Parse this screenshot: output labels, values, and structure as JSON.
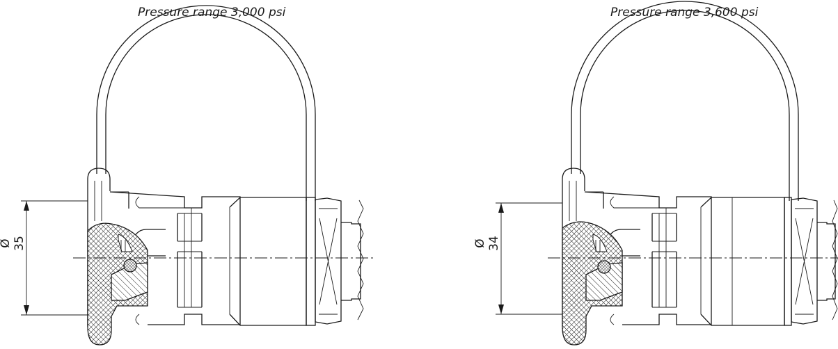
{
  "panels": [
    {
      "title": "Pressure range 3,000 psi",
      "dimension": "Ø 35"
    },
    {
      "title": "Pressure range 3,600 psi",
      "dimension": "Ø 34"
    }
  ],
  "colors": {
    "line": "#1a1a1a",
    "background": "#ffffff"
  }
}
